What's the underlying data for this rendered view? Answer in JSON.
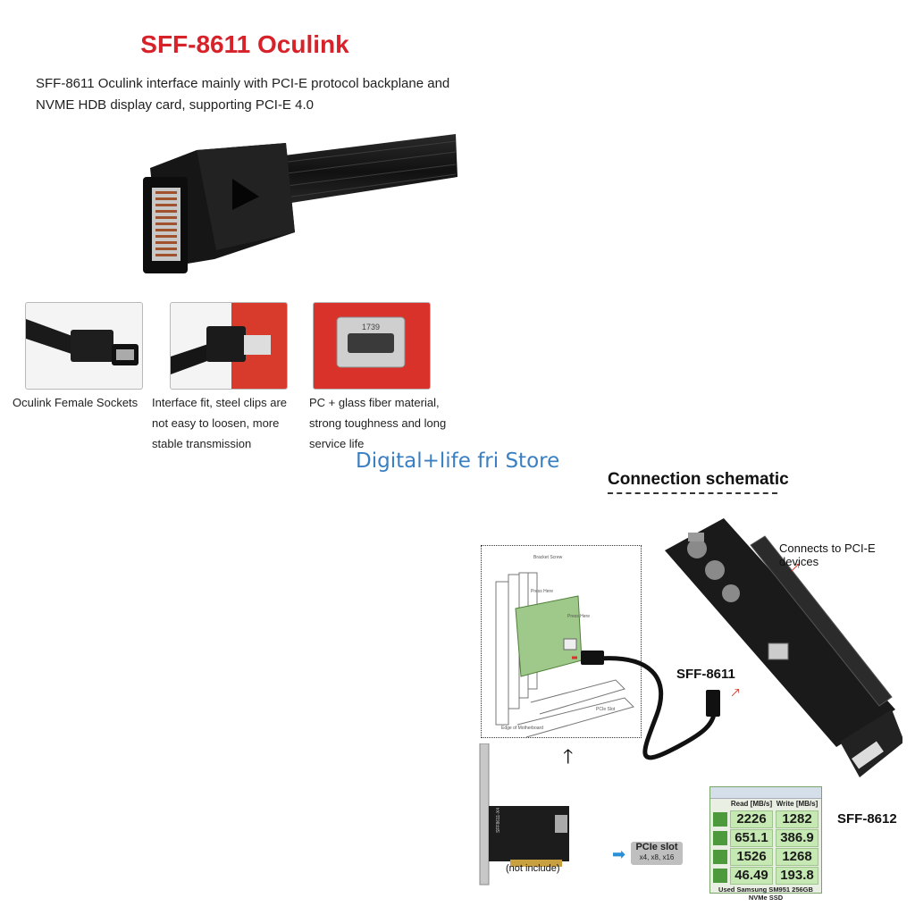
{
  "title": "SFF-8611 Oculink",
  "intro": "SFF-8611 Oculink interface mainly with PCI-E protocol backplane and NVME HDB display card, supporting PCI-E 4.0",
  "features": [
    {
      "caption": "Oculink Female Sockets"
    },
    {
      "caption": "Interface fit, steel clips are not easy to loosen, more stable transmission"
    },
    {
      "caption": "PC + glass fiber material, strong toughness and long service life",
      "chip_text": "1739"
    }
  ],
  "store": "Digital+life fri Store",
  "schematic": {
    "heading": "Connection schematic",
    "label_pcie_devices": "Connects to PCI-E devices",
    "label_8611": "SFF-8611",
    "label_8612": "SFF-8612",
    "not_include": "(not include)",
    "pcie_slot_title": "PCIe slot",
    "pcie_slot_sub": "x4, x8, x16",
    "diagram_bracket_screw": "Bracket Screw",
    "diagram_press_here_1": "Press Here",
    "diagram_press_here_2": "Press Here",
    "diagram_pcie_slot": "PCIe Slot",
    "diagram_motherboard": "Edge of Motherboard",
    "board_silkscreen": "SFF8611-X4"
  },
  "benchmark": {
    "col_read": "Read [MB/s]",
    "col_write": "Write [MB/s]",
    "rows": [
      {
        "read": "2226",
        "write": "1282"
      },
      {
        "read": "651.1",
        "write": "386.9"
      },
      {
        "read": "1526",
        "write": "1268"
      },
      {
        "read": "46.49",
        "write": "193.8"
      }
    ],
    "footer": "Used Samsung SM951 256GB NVMe SSD"
  },
  "colors": {
    "title": "#d8222a",
    "store": "#3a7fc1",
    "arrow": "#d8322a",
    "bench_cell": "#c6e9b3"
  }
}
